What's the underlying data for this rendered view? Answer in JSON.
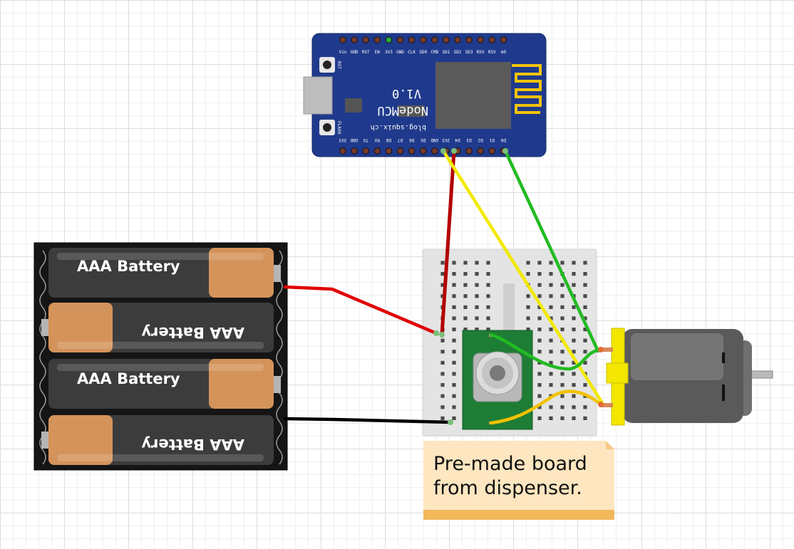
{
  "nodemcu": {
    "name": "NodeMCU",
    "version": "V1.0",
    "site": "blog.squix.ch",
    "rst_button": "RST",
    "flash_button": "FLASH",
    "top_pins": [
      "Vin",
      "GND",
      "RST",
      "EN",
      "3V3",
      "GND",
      "CLK",
      "SD0",
      "CMD",
      "SD1",
      "SD2",
      "SD3",
      "RSV",
      "RSV",
      "A0"
    ],
    "bottom_pins": [
      "3V3",
      "GND",
      "TX",
      "RX",
      "D8",
      "D7",
      "D6",
      "D5",
      "GND",
      "3V3",
      "D4",
      "D3",
      "D2",
      "D1",
      "D0"
    ]
  },
  "battery_pack": {
    "cells": [
      "AAA Battery",
      "AAA Battery",
      "AAA Battery",
      "AAA Battery"
    ]
  },
  "note": {
    "lines": [
      "Pre-made board",
      "from dispenser."
    ]
  },
  "wire_colors": {
    "power": "#e00000",
    "ground": "#000000",
    "signal_yellow": "#f2e900",
    "signal_green": "#22bb22",
    "sensor_yellow": "#f2c200",
    "vcc_red": "#b30000"
  }
}
